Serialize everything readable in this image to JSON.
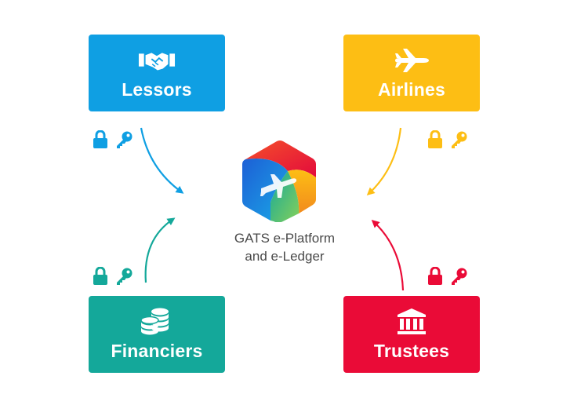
{
  "center": {
    "line1": "GATS e-Platform",
    "line2": "and  e-Ledger",
    "logo_icon": "gats-logo-icon"
  },
  "parties": {
    "lessors": {
      "label": "Lessors",
      "color": "#0f9fe3",
      "icon": "handshake-icon"
    },
    "airlines": {
      "label": "Airlines",
      "color": "#fdbe14",
      "icon": "airplane-icon"
    },
    "financiers": {
      "label": "Financiers",
      "color": "#14a89a",
      "icon": "coins-stack-icon"
    },
    "trustees": {
      "label": "Trustees",
      "color": "#ea0b37",
      "icon": "bank-building-icon"
    }
  },
  "security_icons": [
    "lock-icon",
    "key-icon"
  ]
}
